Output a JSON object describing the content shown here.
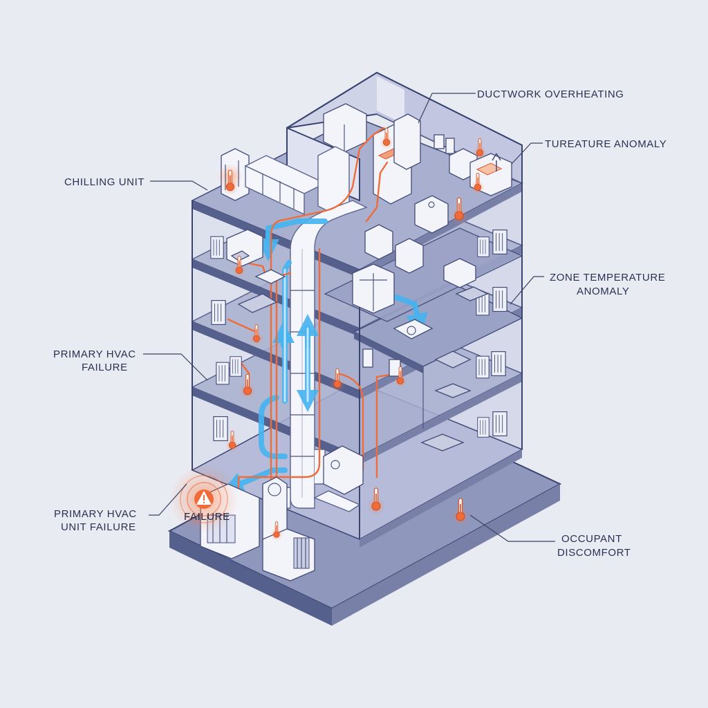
{
  "labels": {
    "ductwork": "DUCTWORK OVERHEATING",
    "temp_anomaly": "TUREATURE ANOMALY",
    "chilling": "CHILLING UNIT",
    "zone_line1": "ZONE TEMPERATURE",
    "zone_line2": "ANOMALY",
    "primary_line1": "PRIMARY HVAC",
    "primary_line2": "FAILURE",
    "unit_line1": "PRIMARY HVAC",
    "unit_line2": "UNIT FAILURE",
    "failure_tag": "FAILURE",
    "occupant_line1": "OCCUPANT",
    "occupant_line2": "DISCOMFORT"
  },
  "colors": {
    "background": "#e9ebf3",
    "structure": "#3a4470",
    "airflow": "#45b4f0",
    "alert": "#ef6b3a"
  },
  "icons": [
    "thermometer-icon",
    "warning-icon",
    "airflow-arrow-icon"
  ]
}
